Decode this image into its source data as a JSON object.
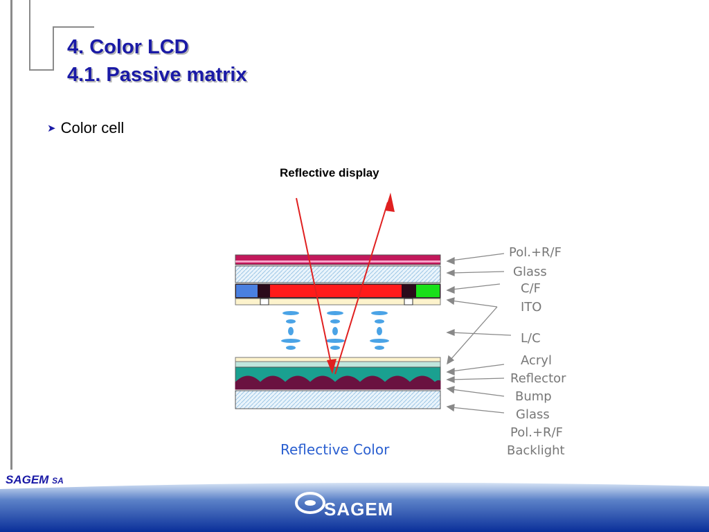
{
  "slide": {
    "title_line1": "4. Color LCD",
    "title_line2": "4.1. Passive matrix",
    "bullet": "Color cell",
    "diagram_title": "Reflective display",
    "caption": "Reflective Color"
  },
  "layers": [
    "Pol.+R/F",
    "Glass",
    "C/F",
    "ITO",
    "L/C",
    "Acryl",
    "Reflector",
    "Bump",
    "Glass",
    "Pol.+R/F",
    "Backlight"
  ],
  "footer": {
    "corner_brand": "SAGEM",
    "corner_suffix": "SA",
    "logo_text": "SAGEM"
  },
  "colors": {
    "title": "#1a1aa6",
    "ray": "#e02020",
    "filter_red": "#ff1a1a",
    "filter_green": "#19e019",
    "filter_blue": "#4a80e0",
    "reflector": "#1aa090",
    "bump": "#6a1240",
    "footer": "#0a2f9a",
    "caption": "#2a5fd0"
  }
}
